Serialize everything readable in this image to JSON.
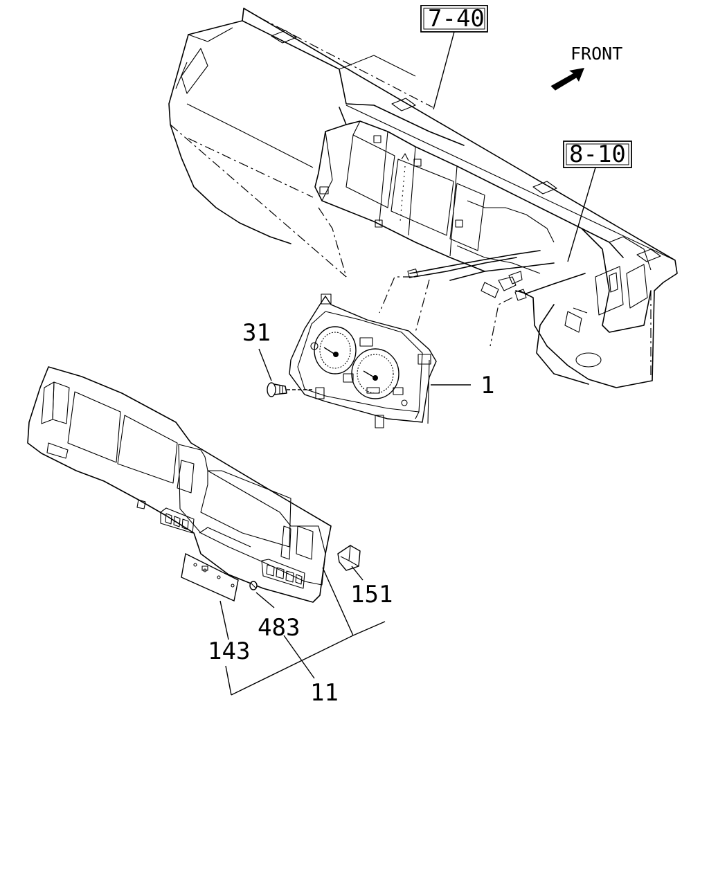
{
  "direction_label": "FRONT",
  "reference_boxes": {
    "ref_7_40": "7-40",
    "ref_8_10": "8-10"
  },
  "callouts": {
    "part_1": "1",
    "part_31": "31",
    "part_11": "11",
    "part_143": "143",
    "part_151": "151",
    "part_483": "483"
  }
}
